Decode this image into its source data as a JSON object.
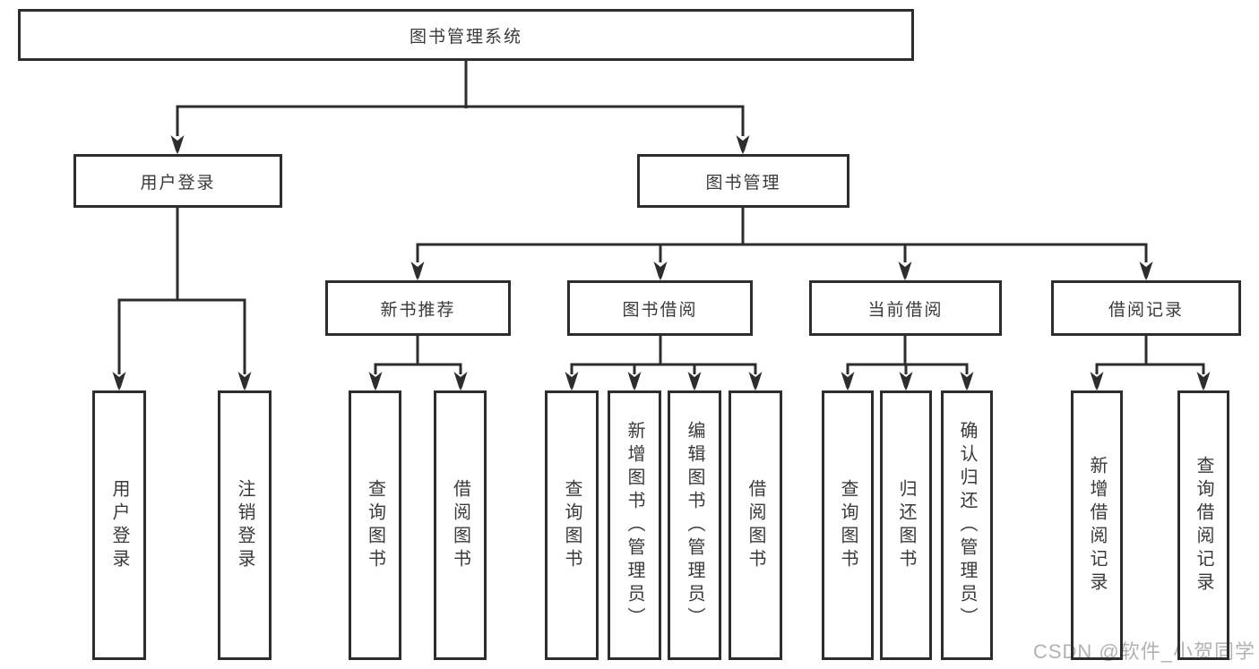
{
  "diagram": {
    "root": {
      "label": "图书管理系统"
    },
    "branches": [
      {
        "label": "用户登录",
        "children": [
          {
            "label": "用户登录"
          },
          {
            "label": "注销登录"
          }
        ]
      },
      {
        "label": "图书管理",
        "children": [
          {
            "label": "新书推荐",
            "children": [
              {
                "label": "查询图书"
              },
              {
                "label": "借阅图书"
              }
            ]
          },
          {
            "label": "图书借阅",
            "children": [
              {
                "label": "查询图书"
              },
              {
                "label": "新增图书（管理员）"
              },
              {
                "label": "编辑图书（管理员）"
              },
              {
                "label": "借阅图书"
              }
            ]
          },
          {
            "label": "当前借阅",
            "children": [
              {
                "label": "查询图书"
              },
              {
                "label": "归还图书"
              },
              {
                "label": "确认归还（管理员）"
              }
            ]
          },
          {
            "label": "借阅记录",
            "children": [
              {
                "label": "新增借阅记录"
              },
              {
                "label": "查询借阅记录"
              }
            ]
          }
        ]
      }
    ]
  },
  "watermark": {
    "text": "CSDN @软件_小贺同学"
  },
  "colors": {
    "line": "#2d2d2d",
    "text": "#3a3a3a",
    "background": "#ffffff",
    "watermark": "#b2b2b2"
  }
}
